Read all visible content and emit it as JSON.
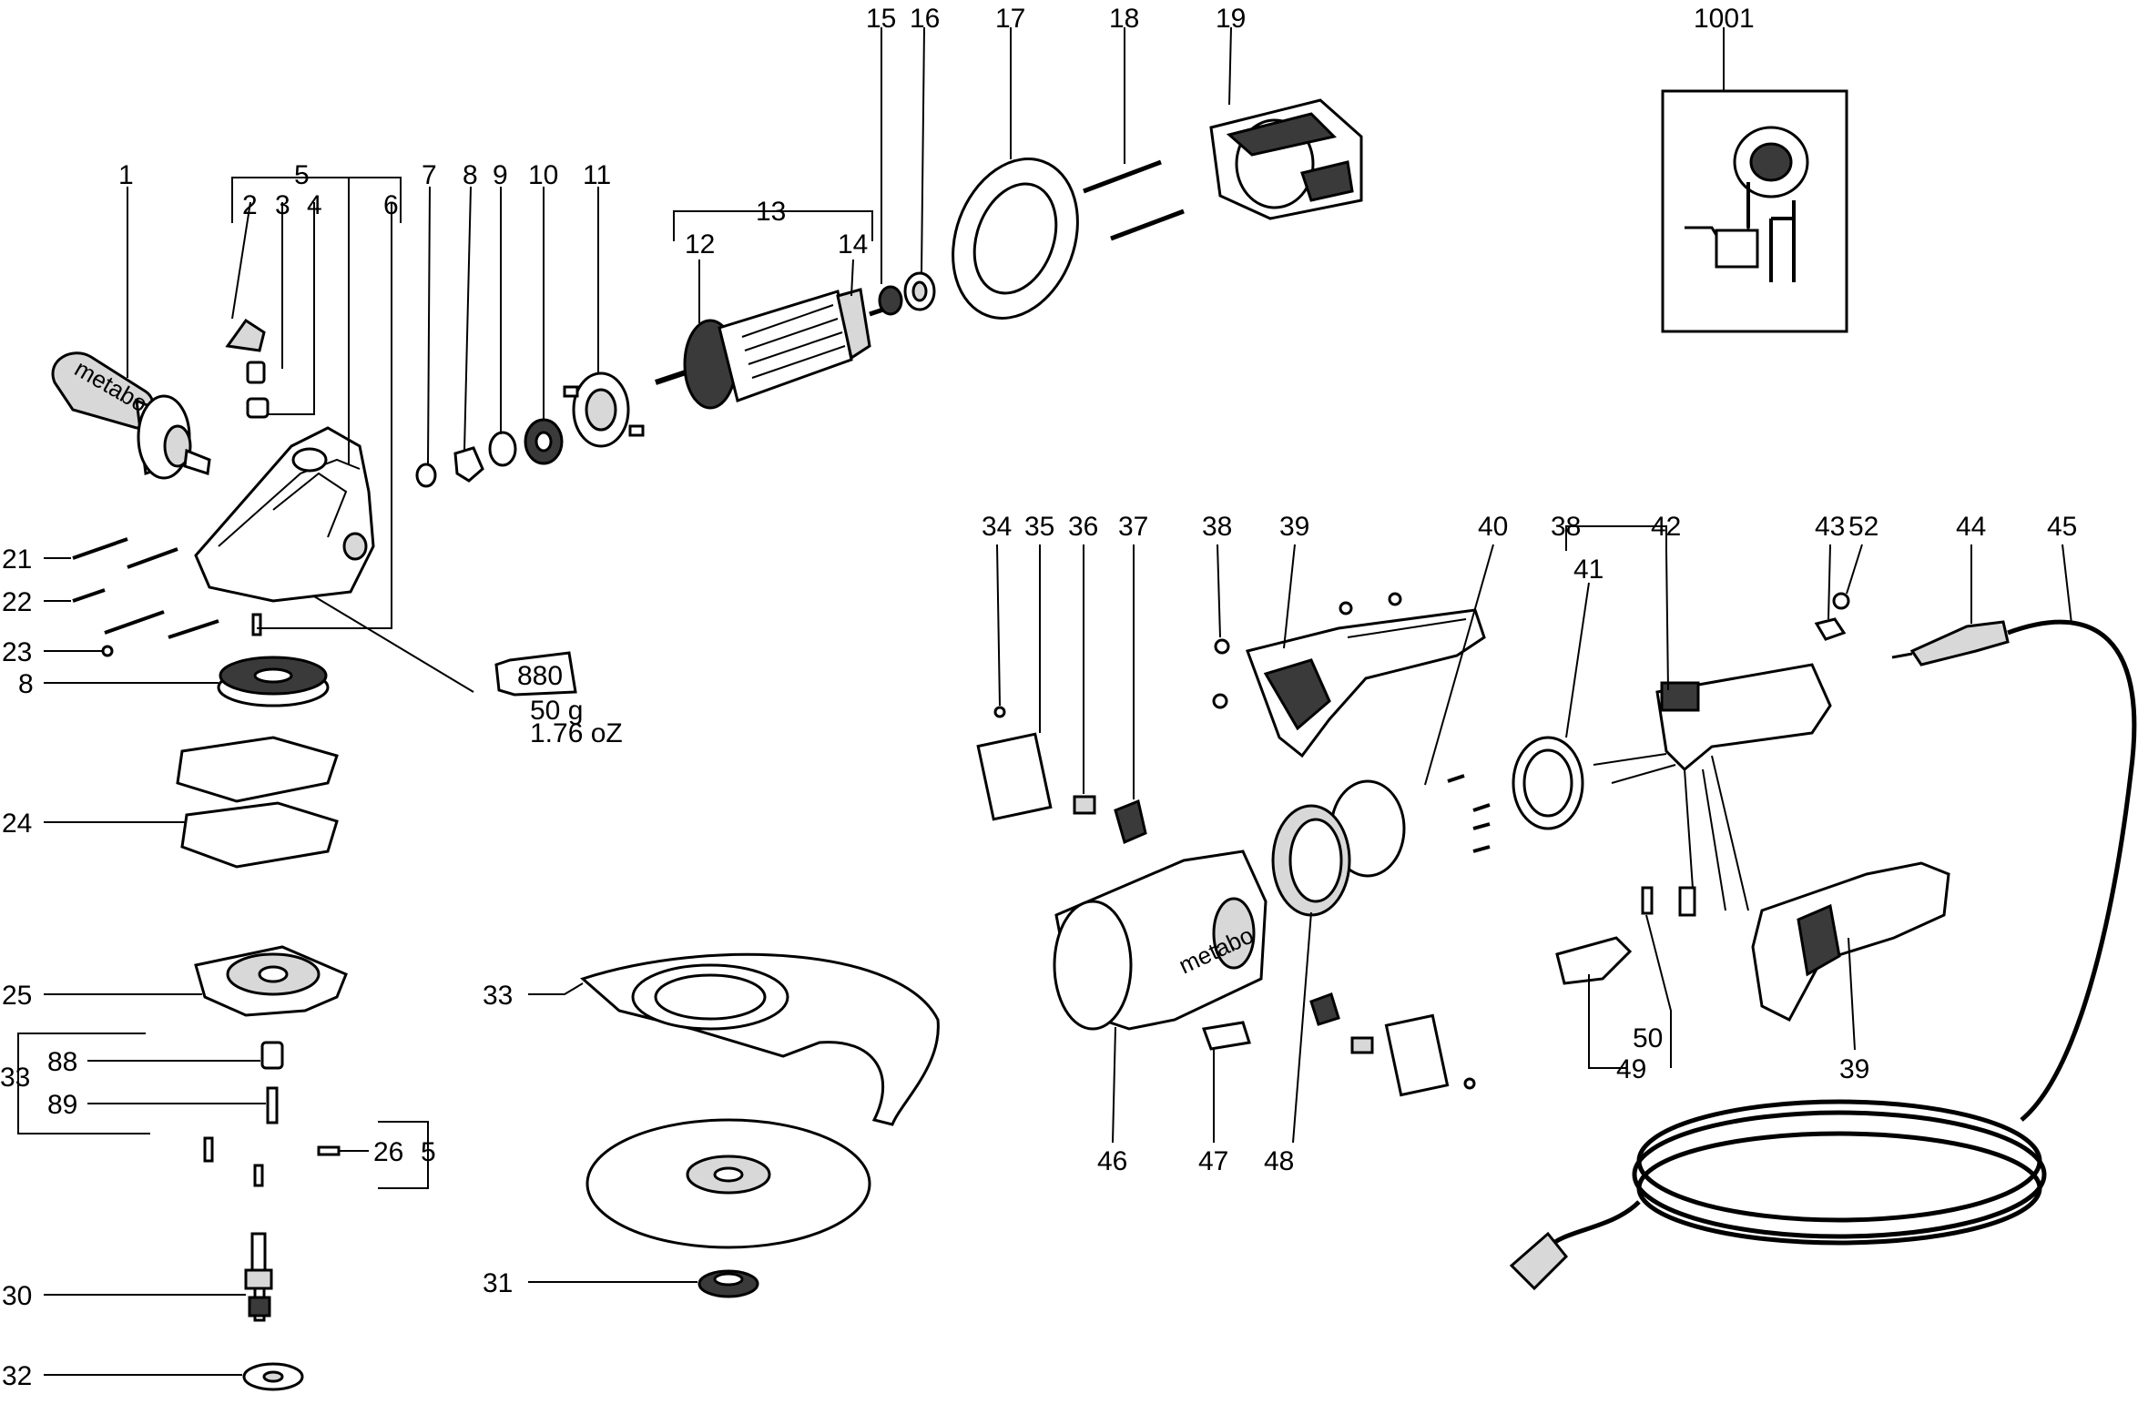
{
  "diagram": {
    "title": "Angle grinder exploded parts diagram",
    "callouts": [
      {
        "id": "c1",
        "text": "1"
      },
      {
        "id": "c5a",
        "text": "5"
      },
      {
        "id": "c2",
        "text": "2"
      },
      {
        "id": "c3",
        "text": "3"
      },
      {
        "id": "c4",
        "text": "4"
      },
      {
        "id": "c6",
        "text": "6"
      },
      {
        "id": "c7",
        "text": "7"
      },
      {
        "id": "c8a",
        "text": "8"
      },
      {
        "id": "c9",
        "text": "9"
      },
      {
        "id": "c10",
        "text": "10"
      },
      {
        "id": "c11",
        "text": "11"
      },
      {
        "id": "c13",
        "text": "13"
      },
      {
        "id": "c12",
        "text": "12"
      },
      {
        "id": "c14",
        "text": "14"
      },
      {
        "id": "c15",
        "text": "15"
      },
      {
        "id": "c16",
        "text": "16"
      },
      {
        "id": "c17",
        "text": "17"
      },
      {
        "id": "c18",
        "text": "18"
      },
      {
        "id": "c19",
        "text": "19"
      },
      {
        "id": "c1001",
        "text": "1001"
      },
      {
        "id": "c21",
        "text": "21"
      },
      {
        "id": "c22",
        "text": "22"
      },
      {
        "id": "c23",
        "text": "23"
      },
      {
        "id": "c8b",
        "text": "8"
      },
      {
        "id": "c24",
        "text": "24"
      },
      {
        "id": "c25",
        "text": "25"
      },
      {
        "id": "c33a",
        "text": "33"
      },
      {
        "id": "c88",
        "text": "88"
      },
      {
        "id": "c89",
        "text": "89"
      },
      {
        "id": "c26",
        "text": "26"
      },
      {
        "id": "c5b",
        "text": "5"
      },
      {
        "id": "c30",
        "text": "30"
      },
      {
        "id": "c32",
        "text": "32"
      },
      {
        "id": "c33b",
        "text": "33"
      },
      {
        "id": "c31",
        "text": "31"
      },
      {
        "id": "c34",
        "text": "34"
      },
      {
        "id": "c35",
        "text": "35"
      },
      {
        "id": "c36",
        "text": "36"
      },
      {
        "id": "c37",
        "text": "37"
      },
      {
        "id": "c38a",
        "text": "38"
      },
      {
        "id": "c39a",
        "text": "39"
      },
      {
        "id": "c40",
        "text": "40"
      },
      {
        "id": "c38b",
        "text": "38"
      },
      {
        "id": "c41",
        "text": "41"
      },
      {
        "id": "c42",
        "text": "42"
      },
      {
        "id": "c43",
        "text": "43"
      },
      {
        "id": "c52",
        "text": "52"
      },
      {
        "id": "c44",
        "text": "44"
      },
      {
        "id": "c45",
        "text": "45"
      },
      {
        "id": "c46",
        "text": "46"
      },
      {
        "id": "c47",
        "text": "47"
      },
      {
        "id": "c48",
        "text": "48"
      },
      {
        "id": "c50",
        "text": "50"
      },
      {
        "id": "c49",
        "text": "49"
      },
      {
        "id": "c39b",
        "text": "39"
      }
    ],
    "grease": {
      "code": "880",
      "weight": "50 g",
      "weight_oz": "1.76 oZ"
    },
    "brand_marks": [
      "metabo",
      "metabo"
    ]
  }
}
